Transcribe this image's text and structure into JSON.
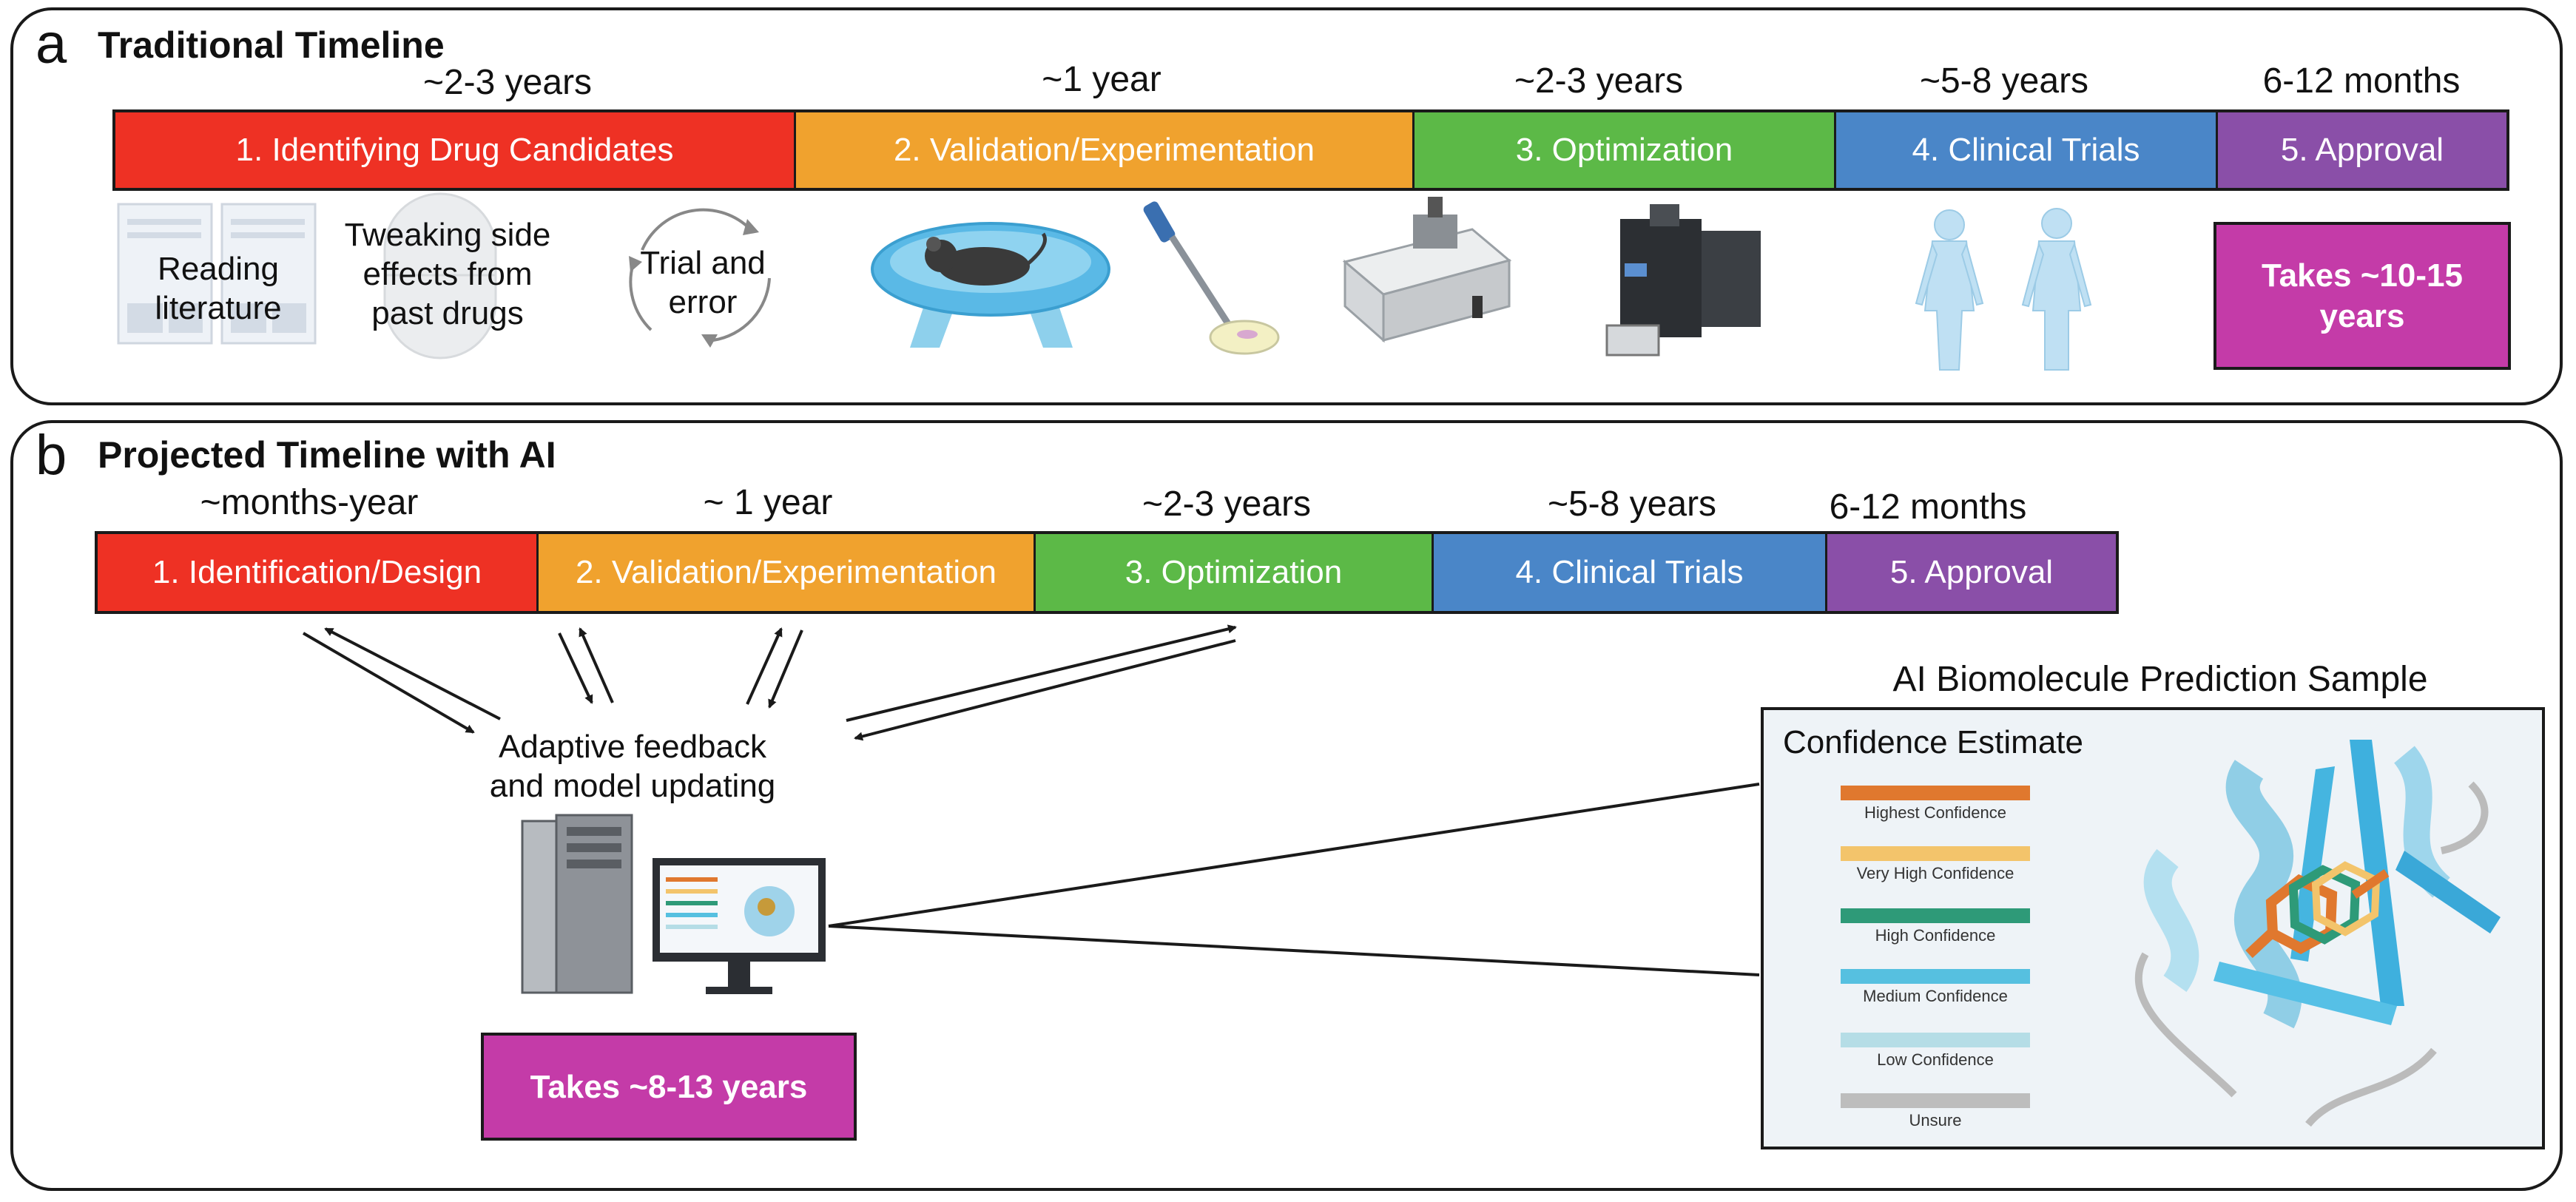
{
  "panel_a": {
    "label": "a",
    "title": "Traditional Timeline",
    "durations": [
      "~2-3 years",
      "~1 year",
      "~2-3 years",
      "~5-8 years",
      "6-12 months"
    ],
    "stages": [
      {
        "label": "1.  Identifying Drug Candidates",
        "color": "#ee3124"
      },
      {
        "label": "2. Validation/Experimentation",
        "color": "#f0a22e"
      },
      {
        "label": "3. Optimization",
        "color": "#5cb947"
      },
      {
        "label": "4. Clinical Trials",
        "color": "#4a86c8"
      },
      {
        "label": "5. Approval",
        "color": "#8a4fa8"
      }
    ],
    "captions": {
      "reading": "Reading literature",
      "tweaking": "Tweaking side effects from past drugs",
      "trial": "Trial and error"
    },
    "takes": "Takes ~10-15 years"
  },
  "panel_b": {
    "label": "b",
    "title": "Projected Timeline with AI",
    "durations": [
      "~months-year",
      "~ 1 year",
      "~2-3 years",
      "~5-8 years",
      "6-12 months"
    ],
    "stages": [
      {
        "label": "1.  Identification/Design",
        "color": "#ee3124"
      },
      {
        "label": "2. Validation/Experimentation",
        "color": "#f0a22e"
      },
      {
        "label": "3. Optimization",
        "color": "#5cb947"
      },
      {
        "label": "4. Clinical Trials",
        "color": "#4a86c8"
      },
      {
        "label": "5. Approval",
        "color": "#8a4fa8"
      }
    ],
    "feedback": "Adaptive feedback and  model updating",
    "takes": "Takes ~8-13 years",
    "sample_title": "AI Biomolecule Prediction Sample",
    "confidence": {
      "title": "Confidence Estimate",
      "levels": [
        {
          "label": "Highest Confidence",
          "color": "#e0782e"
        },
        {
          "label": "Very High Confidence",
          "color": "#f3c46b"
        },
        {
          "label": "High Confidence",
          "color": "#2e9a78"
        },
        {
          "label": "Medium Confidence",
          "color": "#56c0e0"
        },
        {
          "label": "Low Confidence",
          "color": "#b5dde6"
        },
        {
          "label": "Unsure",
          "color": "#bdbdbd"
        }
      ]
    }
  }
}
